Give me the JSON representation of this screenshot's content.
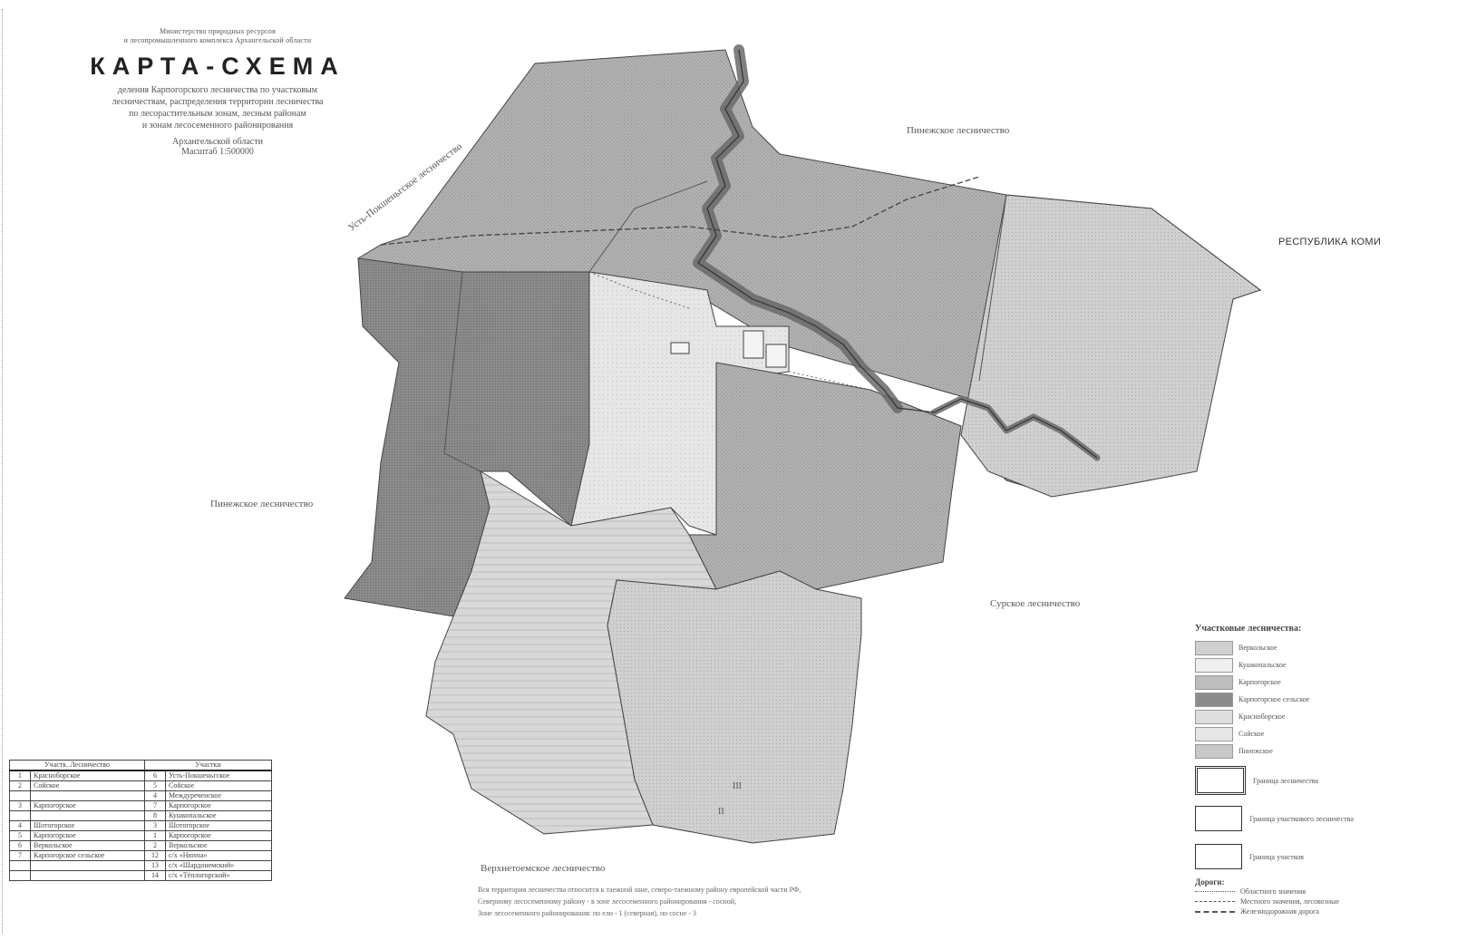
{
  "header": {
    "ministry_line1": "Министерство природных ресурсов",
    "ministry_line2": "и лесопромышленного комплекса Архангельской области",
    "title": "КАРТА-СХЕМА",
    "description_lines": [
      "деления Карпогорского лесничества по участковым",
      "лесничествам, распределения территории лесничества",
      "по лесорастительным зонам, лесным районам",
      "и зонам лесосеменного районирования"
    ],
    "region": "Архангельской области",
    "scale": "Масштаб 1:500000"
  },
  "map_labels": {
    "north": "Пинежское лесничество",
    "northwest": "Усть-Покшеньгское лесничество",
    "east": "РЕСПУБЛИКА КОМИ",
    "west": "Пинежское лесничество",
    "southeast": "Сурское лесничество",
    "south": "Верхнетоемское лесничество",
    "mark_a": "III",
    "mark_b": "II"
  },
  "table": {
    "headers": [
      "Участк. Лесничество",
      "Участки"
    ],
    "rows": [
      {
        "num": "1",
        "forestry": "Красноборское",
        "snum": "6",
        "site": "Усть-Покшеньгское"
      },
      {
        "num": "2",
        "forestry": "Сойское",
        "snum": "5",
        "site": "Сойское"
      },
      {
        "num": "",
        "forestry": "",
        "snum": "4",
        "site": "Междуреченское"
      },
      {
        "num": "3",
        "forestry": "Карпогорское",
        "snum": "7",
        "site": "Карпогорское"
      },
      {
        "num": "",
        "forestry": "",
        "snum": "8",
        "site": "Кушкопальское"
      },
      {
        "num": "4",
        "forestry": "Шотогорское",
        "snum": "3",
        "site": "Шотогорское"
      },
      {
        "num": "5",
        "forestry": "Карпогорское",
        "snum": "1",
        "site": "Карпогорское"
      },
      {
        "num": "6",
        "forestry": "Веркольское",
        "snum": "2",
        "site": "Веркольское"
      },
      {
        "num": "7",
        "forestry": "Карпогорское сельское",
        "snum": "12",
        "site": "с/х «Нюхча»"
      },
      {
        "num": "",
        "forestry": "",
        "snum": "13",
        "site": "с/х «Шардонемский»"
      },
      {
        "num": "",
        "forestry": "",
        "snum": "14",
        "site": "с/х «Тёплогорский»"
      }
    ]
  },
  "legend": {
    "title": "Участковые лесничества:",
    "items": [
      {
        "label": "Веркольское",
        "color": "#cfcfcf"
      },
      {
        "label": "Кушкопальское",
        "color": "#f0f0f0"
      },
      {
        "label": "Карпогорское",
        "color": "#bdbdbd"
      },
      {
        "label": "Карпогорское сельское",
        "color": "#8c8c8c"
      },
      {
        "label": "Красноборское",
        "color": "#dedede"
      },
      {
        "label": "Сойское",
        "color": "#e6e6e6"
      },
      {
        "label": "Пинежское",
        "color": "#c8c8c8"
      }
    ],
    "borders": [
      {
        "label": "Граница лесничества"
      },
      {
        "label": "Граница участкового лесничества"
      },
      {
        "label": "Граница участков"
      }
    ],
    "roads_title": "Дороги:",
    "roads": [
      {
        "label": "Областного значения"
      },
      {
        "label": "Местного значения, лесовозные"
      },
      {
        "label": "Железнодорожная дорога"
      }
    ]
  },
  "footnotes": [
    "Вся территория лесничества относится к таежной зоне, северо-таежному району европейской части РФ,",
    "Северному лесосеменному району - в зоне лесосеменного районирования - сосной,",
    "Зоне лесосеменного районирования: по ели - 1 (северная), по сосне - 3"
  ],
  "colors": {
    "dark": "#7d7d7d",
    "mid": "#a9a9a9",
    "light": "#cbcbcb",
    "pale": "#e3e3e3",
    "river": "#555555"
  }
}
